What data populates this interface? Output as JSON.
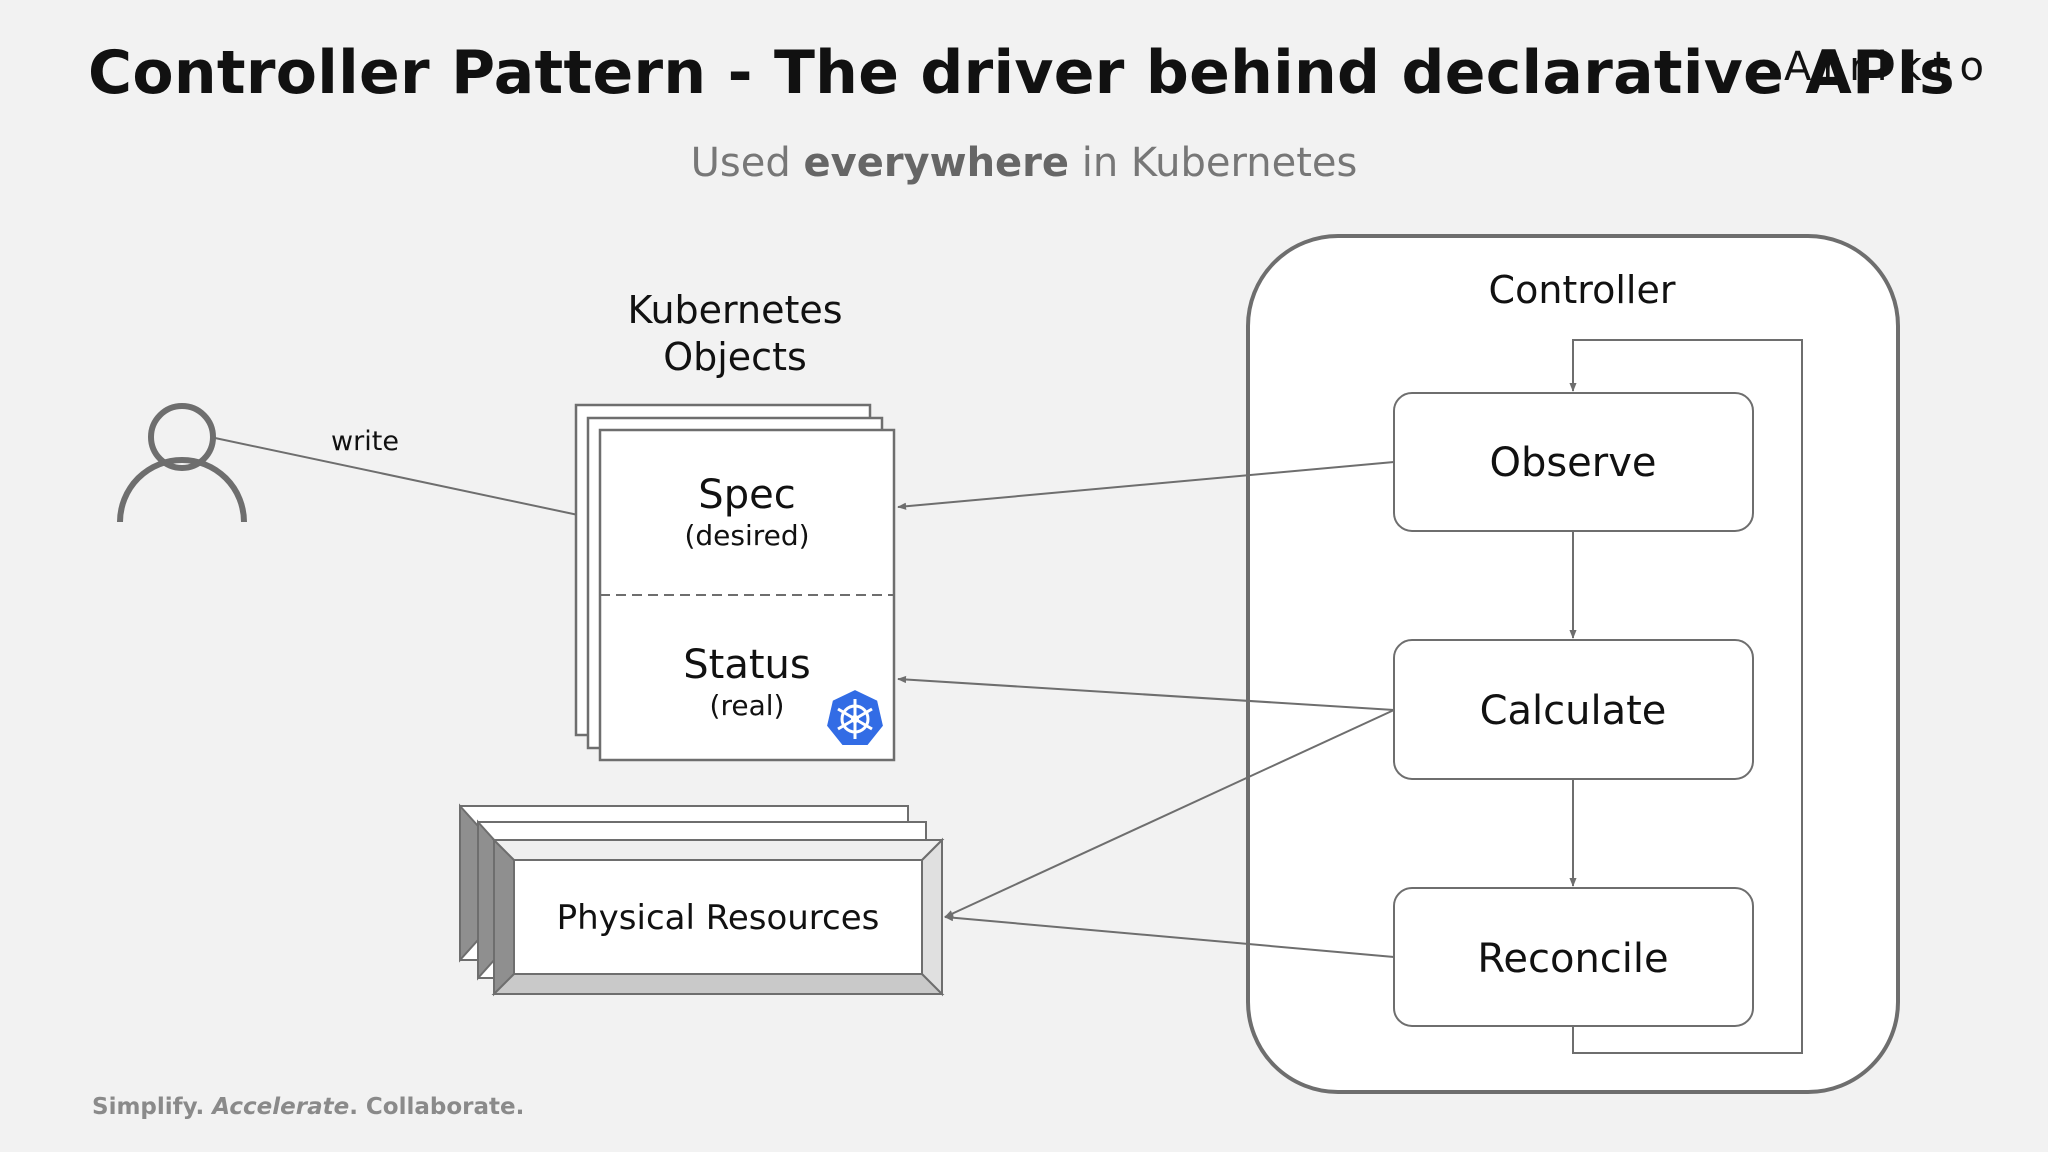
{
  "header": {
    "title": "Controller Pattern - The driver behind declarative APIs",
    "logo": "Arrikto",
    "subtitle_pre": "Used ",
    "subtitle_bold": "everywhere",
    "subtitle_post": " in Kubernetes"
  },
  "footer": {
    "part1": "Simplify. ",
    "part2": "Accelerate",
    "part3": ". Collaborate."
  },
  "diagram": {
    "user_arrow_label": "write",
    "objects_title_line1": "Kubernetes",
    "objects_title_line2": "Objects",
    "spec_label": "Spec",
    "spec_sub": "(desired)",
    "status_label": "Status",
    "status_sub": "(real)",
    "physical_label": "Physical Resources",
    "controller_title": "Controller",
    "steps": [
      "Observe",
      "Calculate",
      "Reconcile"
    ]
  },
  "colors": {
    "background": "#f2f2f2",
    "stroke": "#6e6e6e",
    "kubernetes_blue": "#326ce5"
  },
  "icons": [
    "user-icon",
    "kubernetes-helm-icon"
  ]
}
